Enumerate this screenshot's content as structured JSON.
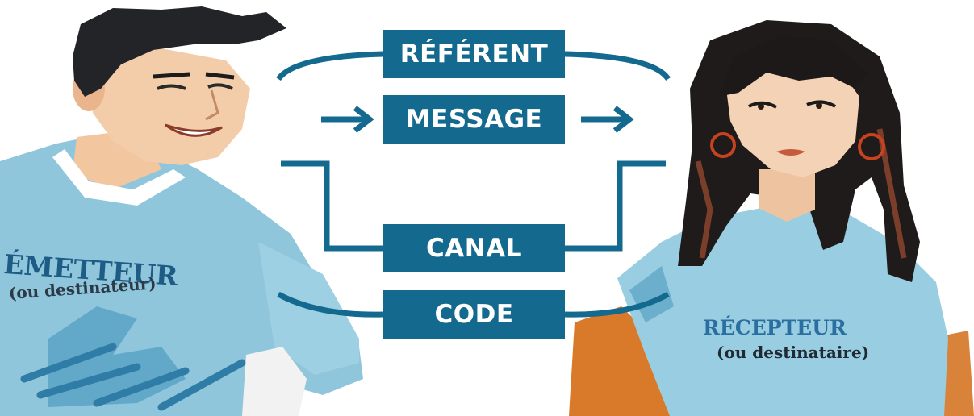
{
  "diagram": {
    "boxes": {
      "referent": "RÉFÉRENT",
      "message": "MESSAGE",
      "canal": "CANAL",
      "code": "CODE"
    },
    "sender": {
      "label": "ÉMETTEUR",
      "sublabel": "(ou destinateur)"
    },
    "receiver": {
      "label": "RÉCEPTEUR",
      "sublabel": "(ou destinataire)"
    }
  },
  "colors": {
    "box_fill": "#14698f",
    "box_text": "#ffffff",
    "connector": "#14698f",
    "shirt": "#8fc6dc"
  }
}
